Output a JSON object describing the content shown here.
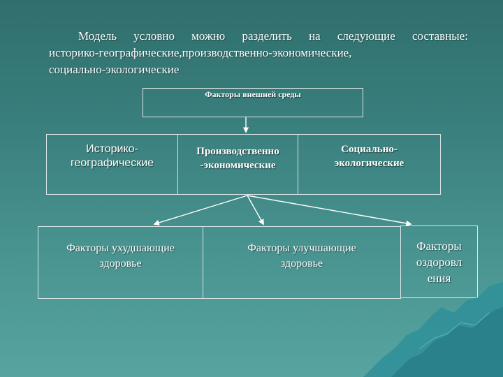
{
  "intro": {
    "line1": "Модель условно можно разделить на следующие составные:",
    "line2": "историко-географические,производственно-экономические,",
    "line3": "социально-экологические"
  },
  "diagram": {
    "top": "Факторы внешней среды",
    "row1": {
      "historical": [
        "Историко-",
        "географические"
      ],
      "production": [
        "Производственно",
        "-экономические"
      ],
      "social": [
        "Социально-",
        "экологические"
      ]
    },
    "row2": {
      "worsening": [
        "Факторы ухудшающие",
        "здоровье"
      ],
      "improving": [
        "Факторы улучшающие",
        "здоровье"
      ]
    },
    "health": [
      "Факторы",
      "оздоровл",
      "ения"
    ]
  },
  "colors": {
    "border": "#d8e6e5",
    "text": "#ffffff",
    "mountain": "#2e9aa5"
  }
}
